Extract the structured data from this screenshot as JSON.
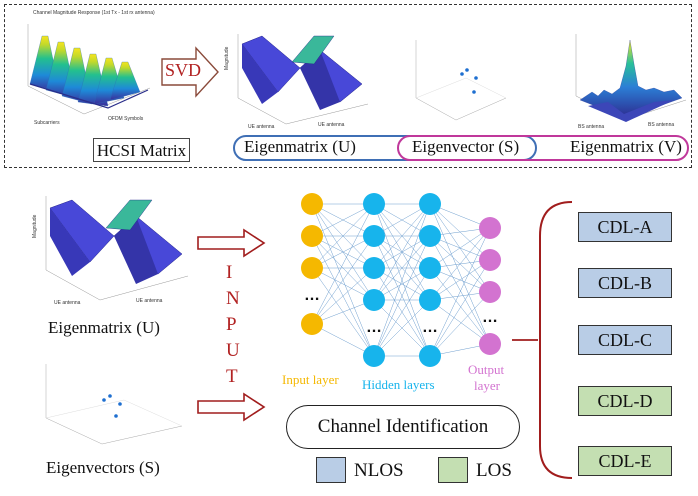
{
  "top_panel": {
    "hcsi_chart_title": "Channel Magnitude Response (1st Tx - 1st rx antenna)",
    "hcsi_label": "HCSI Matrix",
    "svd_label": "SVD",
    "eigen_u_label": "Eigenmatrix (U)",
    "eigen_s_label": "Eigenvector (S)",
    "eigen_v_label": "Eigenmatrix (V)"
  },
  "bottom_panel": {
    "eigen_u_label": "Eigenmatrix (U)",
    "eigen_s_label": "Eigenvectors (S)",
    "input_letters": [
      "I",
      "N",
      "P",
      "U",
      "T"
    ],
    "input_layer_label": "Input layer",
    "hidden_layers_label": "Hidden layers",
    "output_layer_label_1": "Output",
    "output_layer_label_2": "layer",
    "channel_identification_label": "Channel Identification",
    "cdl_classes": [
      {
        "label": "CDL-A",
        "type": "NLOS"
      },
      {
        "label": "CDL-B",
        "type": "NLOS"
      },
      {
        "label": "CDL-C",
        "type": "NLOS"
      },
      {
        "label": "CDL-D",
        "type": "LOS"
      },
      {
        "label": "CDL-E",
        "type": "LOS"
      }
    ],
    "legend": [
      {
        "label": "NLOS",
        "color": "#b9cde6"
      },
      {
        "label": "LOS",
        "color": "#c4dfb2"
      }
    ]
  },
  "colors": {
    "input_node": "#f5b800",
    "hidden_node": "#17b4ec",
    "output_node": "#d373d0",
    "arrow": "#a11d1d",
    "eigen_u_pill": "#3f6fb5",
    "eigen_s_pill": "#c0389b"
  },
  "axis_text": {
    "magnitude": "Magnitude",
    "ue_antenna": "UE antenna",
    "bs_antenna": "BS antenna",
    "subcarriers": "Subcarriers",
    "ofdm_symbols": "OFDM Symbols"
  }
}
